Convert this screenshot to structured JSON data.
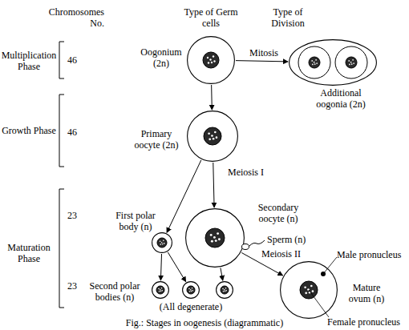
{
  "diagram": {
    "caption": "Fig.: Stages in oogenesis (diagrammatic)",
    "nodes": [
      {
        "text": [
          "Oogonium (2n)"
        ]
      },
      {
        "text": [
          "Additional oogonia (2n)"
        ]
      },
      {
        "text": [
          "Primary oocyte (2n)"
        ]
      },
      {
        "text": [
          "First polar body (n)"
        ]
      },
      {
        "text": [
          "Secondary oocyte (n)"
        ]
      },
      {
        "text": [
          "Sperm (n)"
        ]
      },
      {
        "text": [
          "Second polar bodies (n)"
        ]
      },
      {
        "text": [
          "(All degenerate)"
        ]
      },
      {
        "text": []
      },
      {
        "text": [
          "Mature ovum (n)"
        ]
      }
    ],
    "edges": [
      {
        "from": 0,
        "to": 1,
        "arrow": "to",
        "label": "Mitosis"
      },
      {
        "from": 0,
        "to": 2,
        "arrow": "to"
      },
      {
        "from": 2,
        "to": 3,
        "arrow": "to"
      },
      {
        "from": 2,
        "to": 4,
        "arrow": "to",
        "label": "Meiosis I"
      },
      {
        "from": 3,
        "to": 6,
        "arrow": "to"
      },
      {
        "from": 3,
        "to": 7,
        "arrow": "to"
      },
      {
        "from": 4,
        "to": 8,
        "arrow": "to"
      },
      {
        "from": 4,
        "to": 9,
        "arrow": "to",
        "label": "Meiosis II"
      }
    ],
    "labels": [
      "Chromosomes No.",
      "Type of Germ cells",
      "Type of Division",
      "Multiplication Phase",
      "46",
      "Growth Phase",
      "46",
      "Maturation Phase",
      "23",
      "23",
      "Male pronucleus",
      "Female pronucleus"
    ]
  }
}
